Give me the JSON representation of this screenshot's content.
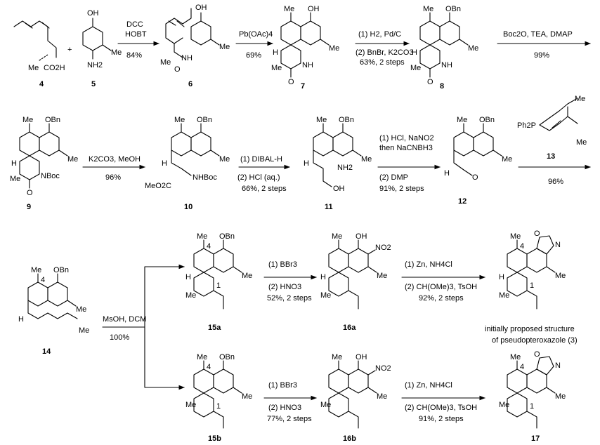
{
  "compounds": {
    "c4": {
      "label": "4",
      "me": "Me",
      "co2h": "CO2H"
    },
    "c5": {
      "label": "5",
      "oh": "OH",
      "me": "Me",
      "nh2": "NH2"
    },
    "c6": {
      "label": "6",
      "oh": "OH",
      "me": "Me",
      "nh": "H",
      "n": "N",
      "me2": "Me"
    },
    "c7": {
      "label": "7"
    },
    "c8": {
      "label": "8"
    },
    "c9": {
      "label": "9"
    },
    "c10": {
      "label": "10"
    },
    "c11": {
      "label": "11"
    },
    "c12": {
      "label": "12"
    },
    "c13": {
      "label": "13"
    },
    "c14": {
      "label": "14"
    },
    "c15a": {
      "label": "15a"
    },
    "c16a": {
      "label": "16a"
    },
    "c15b": {
      "label": "15b"
    },
    "c16b": {
      "label": "16b"
    },
    "c17": {
      "label": "17"
    }
  },
  "plus": "+",
  "steps": {
    "s1": {
      "l1": "DCC",
      "l2": "HOBT",
      "yield": "84%"
    },
    "s2": {
      "l1": "Pb(OAc)4",
      "yield": "69%"
    },
    "s3": {
      "l1": "(1) H2, Pd/C",
      "l2": "(2) BnBr, K2CO3",
      "yield": "63%, 2 steps"
    },
    "s4": {
      "l1": "Boc2O, TEA, DMAP",
      "yield": "99%"
    },
    "s5": {
      "l1": "K2CO3, MeOH",
      "yield": "96%"
    },
    "s6": {
      "l1": "(1) DIBAL-H",
      "l2": "(2) HCl (aq.)",
      "yield": "66%, 2 steps"
    },
    "s7": {
      "l1": "(1) HCl, NaNO2",
      "l2": "then NaCNBH3",
      "l3": "(2) DMP",
      "yield": "91%, 2 steps"
    },
    "s8": {
      "yield": "96%"
    },
    "s9": {
      "l1": "MsOH, DCM",
      "yield": "100%"
    },
    "s10": {
      "l1": "(1) BBr3",
      "l2": "(2) HNO3",
      "yield": "52%, 2 steps"
    },
    "s11": {
      "l1": "(1) Zn, NH4Cl",
      "l2": "(2) CH(OMe)3, TsOH",
      "yield": "92%, 2 steps"
    },
    "s12": {
      "l1": "(1) BBr3",
      "l2": "(2) HNO3",
      "yield": "77%, 2 steps"
    },
    "s13": {
      "l1": "(1) Zn, NH4Cl",
      "l2": "(2) CH(OMe)3, TsOH",
      "yield": "91%, 2 steps"
    }
  },
  "atoms": {
    "me": "Me",
    "oh": "OH",
    "obn": "OBn",
    "h": "H",
    "nh": "NH",
    "o": "O",
    "n": "N",
    "nboc": "NBoc",
    "nhboc": "NHBoc",
    "meo2c": "MeO2C",
    "nh2": "NH2",
    "ph2p": "Ph2P",
    "no2": "NO2",
    "c4": "4",
    "c1": "1"
  },
  "note": {
    "l1": "initially proposed structure",
    "l2": "of pseudopteroxazole (3)"
  }
}
